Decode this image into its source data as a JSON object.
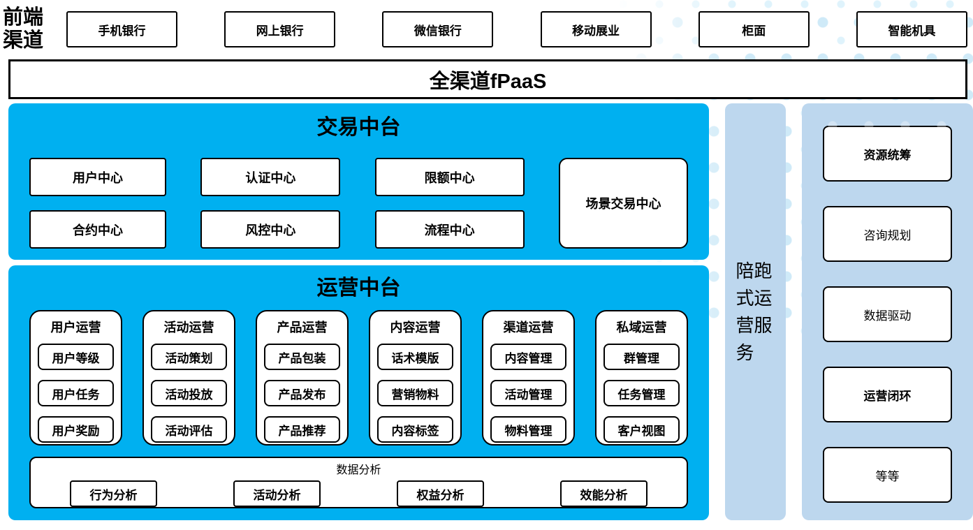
{
  "colors": {
    "accent_blue": "#00B0F0",
    "light_blue": "#BDD7EE",
    "dot_color": "#CFEAF8",
    "border": "#000000"
  },
  "front_channels": {
    "label": "前端渠道",
    "items": [
      "手机银行",
      "网上银行",
      "微信银行",
      "移动展业",
      "柜面",
      "智能机具"
    ]
  },
  "fpaas_bar": {
    "label": "全渠道fPaaS"
  },
  "transaction_platform": {
    "title": "交易中台",
    "row1": [
      "用户中心",
      "认证中心",
      "限额中心"
    ],
    "row2": [
      "合约中心",
      "风控中心",
      "流程中心"
    ],
    "tall_box": "场景交易中心"
  },
  "operation_platform": {
    "title": "运营中台",
    "columns": [
      {
        "title": "用户运营",
        "items": [
          "用户等级",
          "用户任务",
          "用户奖励"
        ]
      },
      {
        "title": "活动运营",
        "items": [
          "活动策划",
          "活动投放",
          "活动评估"
        ]
      },
      {
        "title": "产品运营",
        "items": [
          "产品包装",
          "产品发布",
          "产品推荐"
        ]
      },
      {
        "title": "内容运营",
        "items": [
          "话术模版",
          "营销物料",
          "内容标签"
        ]
      },
      {
        "title": "渠道运营",
        "items": [
          "内容管理",
          "活动管理",
          "物料管理"
        ]
      },
      {
        "title": "私域运营",
        "items": [
          "群管理",
          "任务管理",
          "客户视图"
        ]
      }
    ],
    "data_analysis": {
      "title": "数据分析",
      "items": [
        "行为分析",
        "活动分析",
        "权益分析",
        "效能分析"
      ]
    }
  },
  "side_bar": {
    "label": "陪跑式运营服务"
  },
  "right_panel": {
    "items": [
      {
        "label": "资源统筹",
        "bold": true
      },
      {
        "label": "咨询规划",
        "bold": false
      },
      {
        "label": "数据驱动",
        "bold": false
      },
      {
        "label": "运营闭环",
        "bold": true
      },
      {
        "label": "等等",
        "bold": false
      }
    ]
  }
}
